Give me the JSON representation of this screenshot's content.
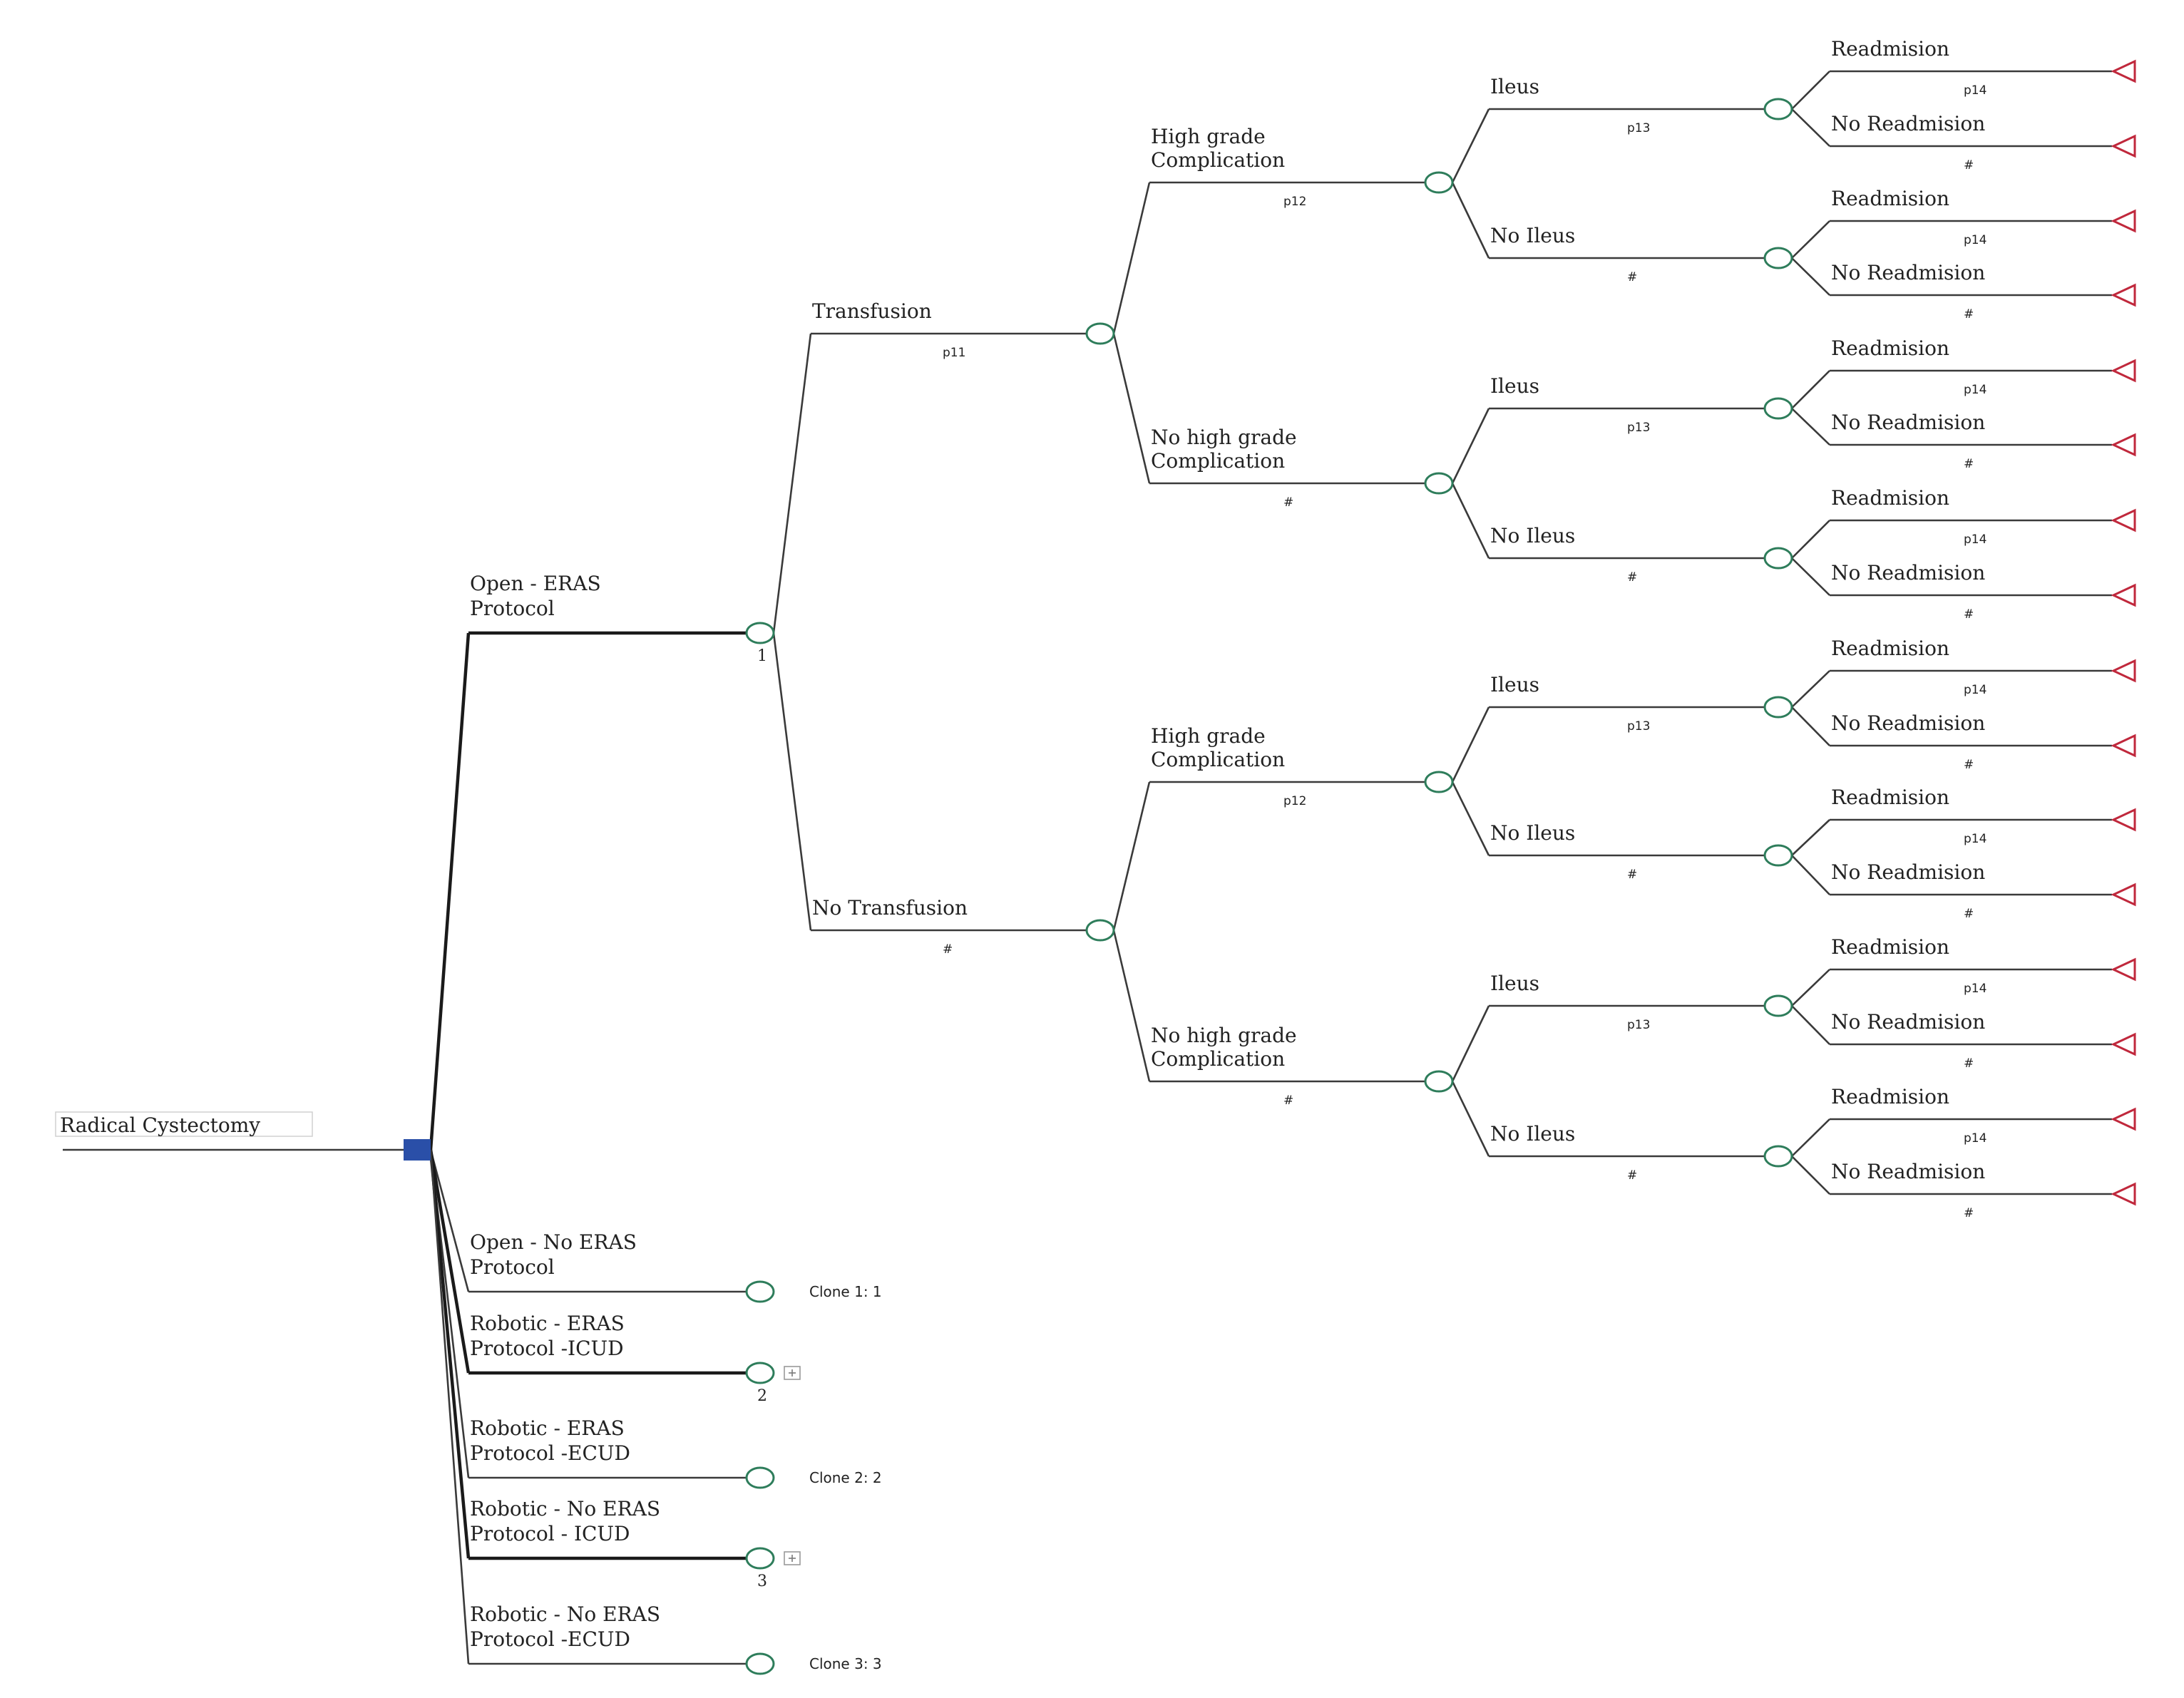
{
  "tree": {
    "root_label": "Radical Cystectomy",
    "colors": {
      "decision_node": "#2a4fa8",
      "chance_node": "#2e7d5b",
      "terminal_node": "#c0283c"
    },
    "strategies": [
      {
        "label_line1": "Open - ERAS",
        "label_line2": "Protocol",
        "number": "1"
      },
      {
        "label_line1": "Open - No ERAS",
        "label_line2": "Protocol",
        "clone": "Clone 1: 1"
      },
      {
        "label_line1": "Robotic - ERAS",
        "label_line2": "Protocol -ICUD",
        "number": "2"
      },
      {
        "label_line1": "Robotic - ERAS",
        "label_line2": "Protocol -ECUD",
        "clone": "Clone 2: 2"
      },
      {
        "label_line1": "Robotic - No ERAS",
        "label_line2": "Protocol - ICUD",
        "number": "3"
      },
      {
        "label_line1": "Robotic - No ERAS",
        "label_line2": "Protocol -ECUD",
        "clone": "Clone 3: 3"
      }
    ],
    "level1": [
      {
        "label": "Transfusion",
        "prob": "p11"
      },
      {
        "label": "No Transfusion",
        "prob": "#"
      }
    ],
    "level2": [
      {
        "label_line1": "High grade",
        "label_line2": "Complication",
        "prob": "p12"
      },
      {
        "label_line1": "No high grade",
        "label_line2": "Complication",
        "prob": "#"
      }
    ],
    "level3": [
      {
        "label": "Ileus",
        "prob": "p13"
      },
      {
        "label": "No Ileus",
        "prob": "#"
      }
    ],
    "level4": [
      {
        "label": "Readmision",
        "prob": "p14"
      },
      {
        "label": "No Readmision",
        "prob": "#"
      }
    ]
  }
}
